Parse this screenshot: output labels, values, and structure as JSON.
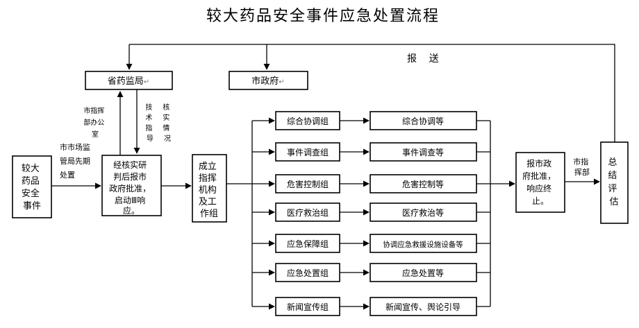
{
  "title": "较大药品安全事件应急处置流程",
  "report_label": "报    送",
  "provincial_bureau": "省药监局",
  "city_government": "市政府",
  "event_box": [
    "较大",
    "药品",
    "安全",
    "事件"
  ],
  "market_bureau_note": [
    "市市场监",
    "管局先期",
    "处置"
  ],
  "hq_office_note": [
    "市指挥",
    "部办公",
    "室"
  ],
  "tech_guidance_note": [
    "技",
    "术",
    "指",
    "导"
  ],
  "verify_situation_note": [
    "核",
    "实",
    "情",
    "况"
  ],
  "verify_box": [
    "经核实研",
    "判后报市",
    "政府批准，",
    "启动Ⅲ响",
    "应。"
  ],
  "command_box": [
    "成立",
    "指挥",
    "机构",
    "及工",
    "作组"
  ],
  "groups": [
    "综合协调组",
    "事件调查组",
    "危害控制组",
    "医疗救治组",
    "应急保障组",
    "应急处置组",
    "新闻宣传组"
  ],
  "tasks": [
    "综合协调等",
    "事件调查等",
    "危害控制等",
    "医疗救治等",
    "协调应急救援设施设备等",
    "应急处置等",
    "新闻宣传、舆论引导"
  ],
  "report_box": [
    "报市政",
    "府批准，",
    "响应终",
    "止。"
  ],
  "hq_label": [
    "市指",
    "挥部"
  ],
  "summary_box": [
    "总",
    "结",
    "评",
    "估"
  ],
  "para_mark": "↵"
}
